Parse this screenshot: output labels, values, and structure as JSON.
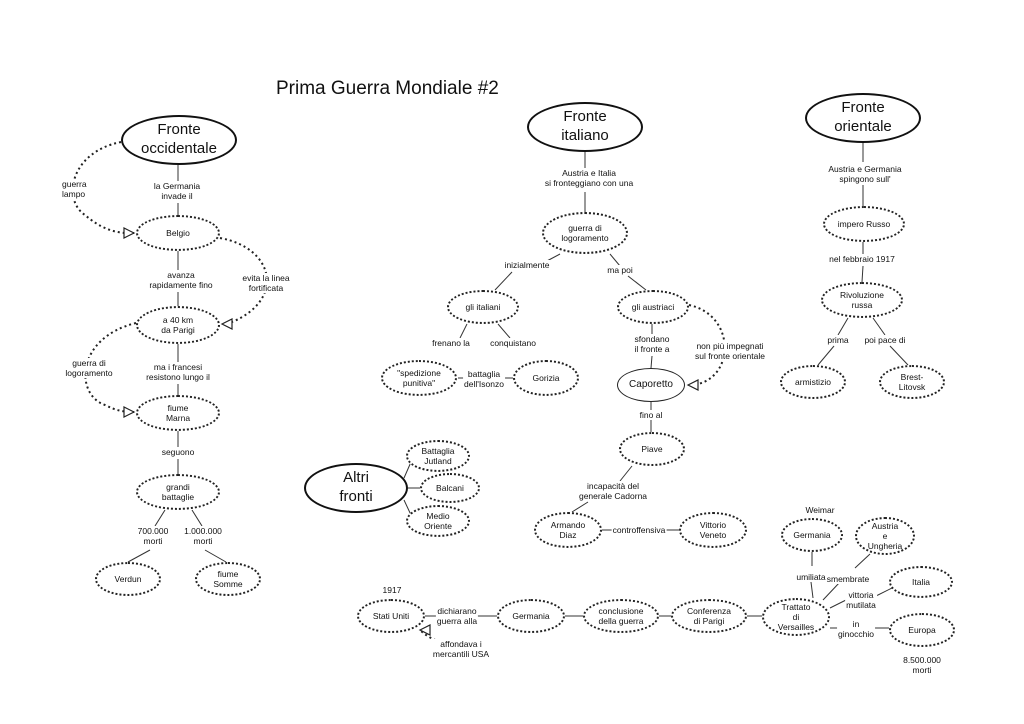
{
  "title": "Prima Guerra Mondiale #2",
  "fronte_occidentale": {
    "header": "Fronte\noccidentale",
    "nodes": {
      "belgio": "Belgio",
      "parigi": "a 40 km\nda Parigi",
      "marna": "fiume\nMarna",
      "battaglie": "grandi\nbattaglie",
      "verdun": "Verdun",
      "somme": "fiume\nSomme"
    },
    "labels": {
      "guerra_lampo": "guerra\nlampo",
      "invade": "la Germania\ninvade il",
      "avanza": "avanza\nrapidamente fino",
      "evita": "evita la linea\nfortificata",
      "logoramento": "guerra di\nlogoramento",
      "francesi": "ma i francesi\nresistono  lungo il",
      "seguono": "seguono",
      "morti_700": "700.000\nmorti",
      "morti_1m": "1.000.000\nmorti"
    }
  },
  "fronte_italiano": {
    "header": "Fronte\nitaliano",
    "nodes": {
      "logoramento": "guerra di\nlogoramento",
      "italiani": "gli italiani",
      "austriaci": "gli austriaci",
      "spedizione": "\"spedizione\npunitiva\"",
      "gorizia": "Gorizia",
      "caporetto": "Caporetto",
      "piave": "Piave",
      "diaz": "Armando\nDiaz",
      "veneto": "Vittorio\nVeneto"
    },
    "labels": {
      "fronteggiano": "Austria e Italia\nsi fronteggiano con una",
      "inizialmente": "inizialmente",
      "ma_poi": "ma poi",
      "frenano": "frenano la",
      "conquistano": "conquistano",
      "isonzo": "battaglia\ndell'Isonzo",
      "sfondano": "sfondano\nil fronte a",
      "non_piu": "non più impegnati\nsul fronte orientale",
      "fino_al": "fino al",
      "cadorna": "incapacità del\ngenerale Cadorna",
      "controffensiva": "controffensiva"
    }
  },
  "fronte_orientale": {
    "header": "Fronte\norientale",
    "nodes": {
      "impero": "impero Russo",
      "rivoluzione": "Rivoluzione\nrussa",
      "armistizio": "armistizio",
      "brest": "Brest-\nLitovsk"
    },
    "labels": {
      "spingono": "Austria e Germania\nspingono sull'",
      "febbraio": "nel febbraio 1917",
      "prima": "prima",
      "pace": "poi pace di"
    }
  },
  "altri_fronti": {
    "header": "Altri\nfronti",
    "nodes": {
      "jutland": "Battaglia\nJutland",
      "balcani": "Balcani",
      "medio_oriente": "Medio\nOriente"
    }
  },
  "conclusione": {
    "nodes": {
      "stati_uniti": "Stati Uniti",
      "germania": "Germania",
      "conclusione": "conclusione\ndella guerra",
      "conferenza": "Conferenza\ndi Parigi",
      "versailles": "Trattato\ndi\nVersailles",
      "germania2": "Germania",
      "austria": "Austria\ne\nUngheria",
      "italia": "Italia",
      "europa": "Europa"
    },
    "labels": {
      "anno_1917": "1917",
      "dichiarano": "dichiarano\nguerra alla",
      "affondava": "affondava i\nmercantili USA",
      "weimar": "Weimar",
      "umiliata": "umiliata",
      "smembrate": "smembrate",
      "vittoria": "vittoria\nmutilata",
      "ginocchio": "in\nginocchio",
      "morti_europa": "8.500.000\nmorti"
    }
  }
}
